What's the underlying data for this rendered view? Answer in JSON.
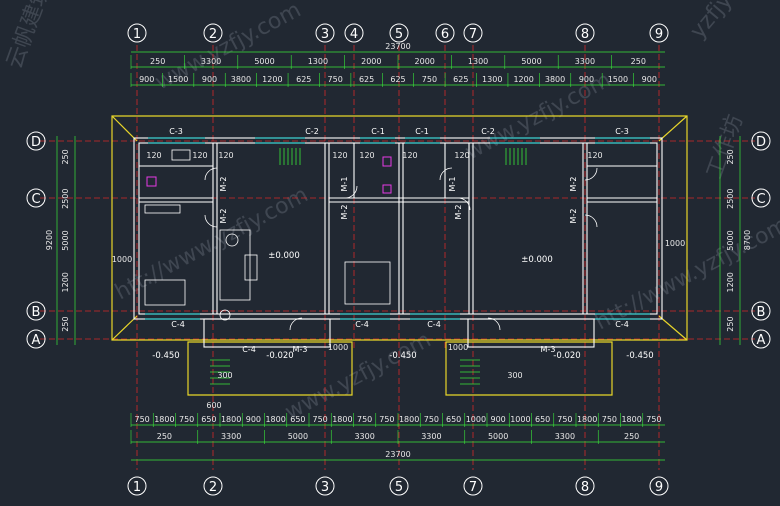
{
  "axes_top": [
    "1",
    "2",
    "3",
    "4",
    "5",
    "6",
    "7",
    "8",
    "9"
  ],
  "axes_bottom": [
    "1",
    "2",
    "3",
    "5",
    "7",
    "8",
    "9"
  ],
  "axes_left": [
    "D",
    "C",
    "B",
    "A"
  ],
  "axes_right": [
    "D",
    "C",
    "B",
    "A"
  ],
  "total_width": "23700",
  "top_row2": [
    "250",
    "3300",
    "5000",
    "1300",
    "2000",
    "2000",
    "1300",
    "5000",
    "3300",
    "250"
  ],
  "top_row3": [
    "900",
    "1500",
    "900",
    "3800",
    "1200",
    "625",
    "750",
    "625",
    "625",
    "750",
    "625",
    "1300",
    "1200",
    "3800",
    "900",
    "1500",
    "900"
  ],
  "bottom_row1": [
    "750",
    "1800",
    "750",
    "650",
    "1800",
    "900",
    "1800",
    "650",
    "750",
    "1800",
    "750",
    "750",
    "1800",
    "750",
    "650",
    "1000",
    "900",
    "1000",
    "650",
    "750",
    "1800",
    "750",
    "1800",
    "750"
  ],
  "bottom_row2": [
    "250",
    "3300",
    "5000",
    "3300",
    "3300",
    "5000",
    "3300",
    "250"
  ],
  "left_dims": [
    "250",
    "2500",
    "5000",
    "1200",
    "250",
    "9200"
  ],
  "right_dims": [
    "250",
    "2500",
    "5000",
    "1200",
    "250",
    "8700"
  ],
  "windows": [
    "C-3",
    "C-2",
    "C-1",
    "C-1",
    "C-2",
    "C-3",
    "C-4",
    "C-4",
    "C-4",
    "C-4",
    "C-4",
    "M-3",
    "M-3"
  ],
  "doors": [
    "M-2",
    "M-2",
    "M-1",
    "M-2",
    "M-1",
    "M-2",
    "M-2",
    "M-2"
  ],
  "elevations": [
    "±0.000",
    "±0.000",
    "-0.450",
    "-0.020",
    "-0.450",
    "-0.020",
    "-0.450"
  ],
  "inner_dims": [
    "120",
    "120",
    "120",
    "120",
    "120",
    "120",
    "120",
    "120",
    "1000",
    "1000",
    "1000",
    "1000",
    "600",
    "300",
    "300"
  ],
  "watermark": [
    "www.yzfjy.com",
    "htt://www.yzfjy.com",
    "yzfjy",
    "云帆建筑",
    "工作坊"
  ]
}
